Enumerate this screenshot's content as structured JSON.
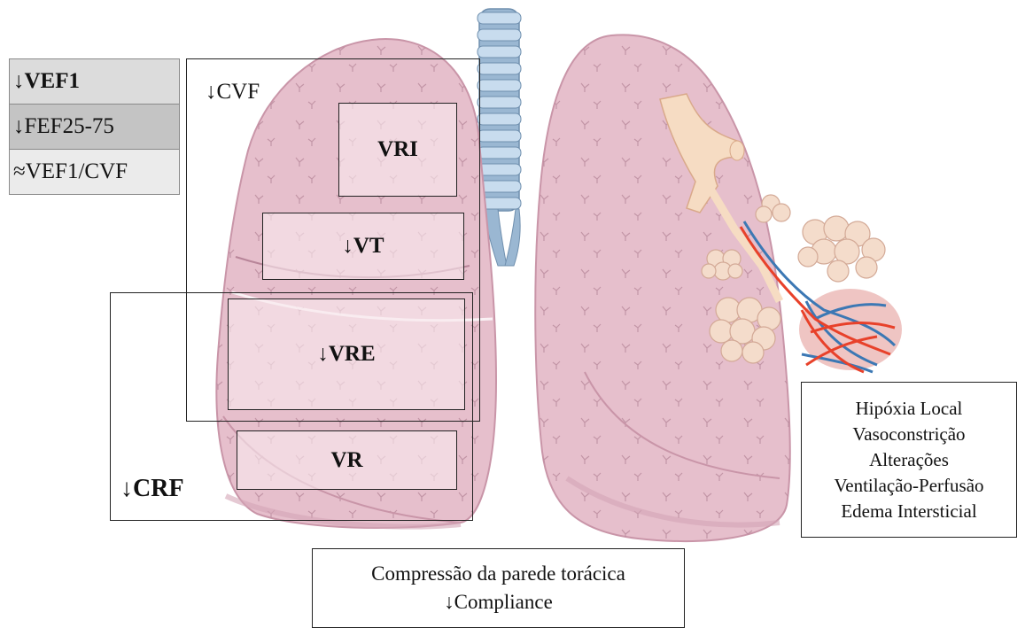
{
  "spirometry": [
    {
      "text": "↓VEF1"
    },
    {
      "text": "↓FEF25-75"
    },
    {
      "text": "≈VEF1/CVF"
    }
  ],
  "volumes": {
    "cvf": "↓CVF",
    "vri": "VRI",
    "vt": "↓VT",
    "vre": "↓VRE",
    "vr": "VR",
    "crf": "↓CRF"
  },
  "effects": {
    "lines": [
      "Hipóxia Local",
      "Vasoconstrição",
      "Alterações",
      "Ventilação-Perfusão",
      "Edema Intersticial"
    ]
  },
  "chest_wall": {
    "line1": "Compressão da parede torácica",
    "line2": "↓Compliance"
  },
  "colors": {
    "lung": "#e6bfcc",
    "lung_dark": "#c995a8",
    "trachea": "#a9c4dc",
    "bronchus": "#f6dcc3",
    "alveoli": "#f4dccb",
    "artery": "#e8412a",
    "vein": "#3c78b4"
  }
}
